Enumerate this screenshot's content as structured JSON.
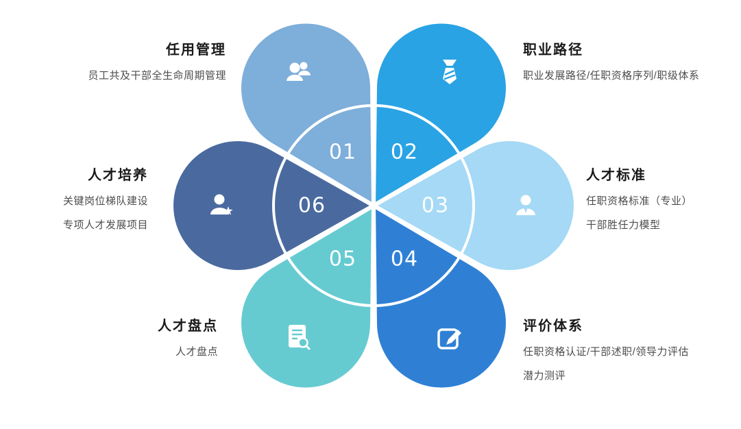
{
  "diagram": {
    "name": "talent-management-flower",
    "center_ring_color": "#ffffff",
    "background_color": "#ffffff",
    "title_color": "#1a1a1a",
    "subtitle_color": "#4d4d4d",
    "petals": [
      {
        "number": "01",
        "title": "任用管理",
        "lines": [
          "员工共及干部全生命周期管理"
        ],
        "color": "#7EAEDA",
        "icon": "users-icon",
        "position": "top-left"
      },
      {
        "number": "02",
        "title": "职业路径",
        "lines": [
          "职业发展路径/任职资格序列/职级体系"
        ],
        "color": "#29A3E4",
        "icon": "tie-icon",
        "position": "top-right"
      },
      {
        "number": "03",
        "title": "人才标准",
        "lines": [
          "任职资格标准（专业）",
          "干部胜任力模型"
        ],
        "color": "#A5D9F5",
        "icon": "person-icon",
        "position": "right"
      },
      {
        "number": "04",
        "title": "评价体系",
        "lines": [
          "任职资格认证/干部述职/领导力评估",
          "潜力测评"
        ],
        "color": "#2F80D5",
        "icon": "edit-icon",
        "position": "bottom-right"
      },
      {
        "number": "05",
        "title": "人才盘点",
        "lines": [
          "人才盘点"
        ],
        "color": "#66CBD1",
        "icon": "doc-search-icon",
        "position": "bottom-left"
      },
      {
        "number": "06",
        "title": "人才培养",
        "lines": [
          "关键岗位梯队建设",
          "专项人才发展项目"
        ],
        "color": "#4A6A9F",
        "icon": "person-star-icon",
        "position": "left"
      }
    ]
  }
}
